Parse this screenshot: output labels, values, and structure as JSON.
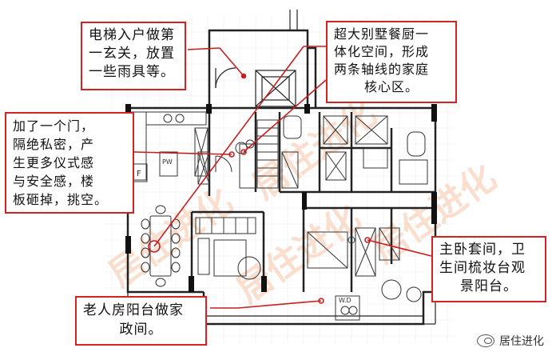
{
  "callouts": {
    "elevator_entry": {
      "lines": [
        "电梯入户做第",
        "一玄关，放置",
        "一些雨具等。"
      ]
    },
    "villa_kitchen": {
      "lines": [
        "超大别墅餐厨一",
        "体化空间，形成",
        "两条轴线的家庭",
        "核心区。"
      ]
    },
    "door_privacy": {
      "lines": [
        "加了一个门，",
        "隔绝私密，产",
        "生更多仪式感",
        "与安全感，楼",
        "板砸掉，挑空。"
      ]
    },
    "master_suite": {
      "lines": [
        "主卧套间，卫",
        "生间梳妆台观",
        "景阳台。"
      ]
    },
    "elder_balcony": {
      "lines": [
        "老人房阳台做家",
        "政间。"
      ]
    }
  },
  "plan_labels": {
    "pw": "PW",
    "f": "F",
    "wd": "W.D"
  },
  "watermark": {
    "background_text": "居住进化",
    "logo_text": "居住进化"
  },
  "colors": {
    "callout_border": "#d62222",
    "leader_line": "#c81e1e",
    "wall": "#222222",
    "watermark": "#f6c5a8"
  }
}
